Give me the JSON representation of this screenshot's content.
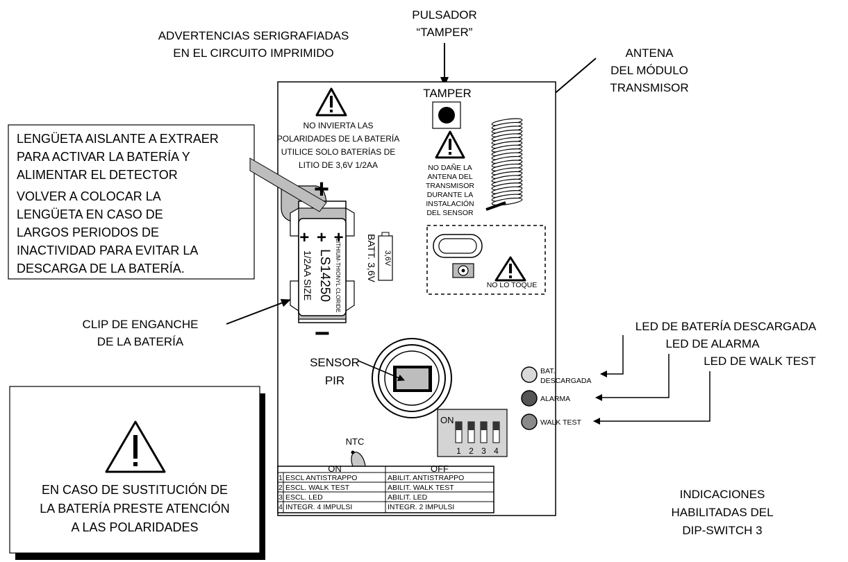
{
  "callouts": {
    "serigraph_l1": "ADVERTENCIAS SERIGRAFIADAS",
    "serigraph_l2": "EN EL CIRCUITO IMPRIMIDO",
    "pulsador_l1": "PULSADOR",
    "pulsador_l2": "“TAMPER”",
    "antena_l1": "ANTENA",
    "antena_l2": "DEL MÓDULO",
    "antena_l3": "TRANSMISOR",
    "clip_l1": "CLIP DE ENGANCHE",
    "clip_l2": "DE LA BATERÍA",
    "led_bat": "LED DE BATERÍA DESCARGADA",
    "led_alarma": "LED DE ALARMA",
    "led_walk": "LED DE WALK TEST",
    "sensor_l1": "SENSOR",
    "sensor_l2": "PIR",
    "indic_l1": "INDICACIONES",
    "indic_l2": "HABILITADAS DEL",
    "indic_l3": "DIP-SWITCH 3"
  },
  "tab_box": {
    "l1": "LENGÜETA AISLANTE A EXTRAER",
    "l2": "PARA ACTIVAR LA BATERÍA Y",
    "l3": "ALIMENTAR EL DETECTOR",
    "l4": "VOLVER A COLOCAR LA",
    "l5": "LENGÜETA EN CASO DE",
    "l6": "LARGOS PERIODOS DE",
    "l7": "INACTIVIDAD PARA EVITAR LA",
    "l8": "DESCARGA DE LA BATERÍA."
  },
  "warning_box": {
    "l1": "EN CASO DE SUSTITUCIÓN DE",
    "l2": "LA BATERÍA PRESTE ATENCIÓN",
    "l3": "A LAS POLARIDADES"
  },
  "board": {
    "battery_warn_l1": "NO INVIERTA LAS",
    "battery_warn_l2": "POLARIDADES DE LA BATERÍA",
    "battery_warn_l3": "UTILICE SOLO BATERÍAS DE",
    "battery_warn_l4": "LITIO DE 3,6V 1/2AA",
    "tamper": "TAMPER",
    "antenna_warn_l1": "NO DAÑE LA",
    "antenna_warn_l2": "ANTENA DEL",
    "antenna_warn_l3": "TRANSMISOR",
    "antenna_warn_l4": "DURANTE LA",
    "antenna_warn_l5": "INSTALACIÓN",
    "antenna_warn_l6": "DEL SENSOR",
    "no_touch": "NO LO TOQUE",
    "batt_label": "BATT. 3,6V",
    "batt_small": "3,6V",
    "battery_model": "LS14250",
    "battery_size": "1/2AA SIZE",
    "battery_chem": "LITHIUM-THIONYL CLORIDE",
    "plus_signs": "+ + +",
    "plus": "+",
    "minus": "−",
    "ntc": "NTC",
    "dip_on": "ON",
    "dip_nums": [
      "1",
      "2",
      "3",
      "4"
    ],
    "led_bat_l1": "BAT.",
    "led_bat_l2": "DESCARGADA",
    "led_alarma": "ALARMA",
    "led_walk": "WALK TEST"
  },
  "dip_table": {
    "headers": [
      "ON",
      "OFF"
    ],
    "rows": [
      {
        "n": "1",
        "on": "ESCL ANTISTRAPPO",
        "off": "ABILIT. ANTISTRAPPO"
      },
      {
        "n": "2",
        "on": "ESCL. WALK TEST",
        "off": "ABILIT. WALK TEST"
      },
      {
        "n": "3",
        "on": "ESCL. LED",
        "off": "ABILIT. LED"
      },
      {
        "n": "4",
        "on": "INTEGR. 4 IMPULSI",
        "off": "INTEGR. 2 IMPULSI"
      }
    ]
  },
  "colors": {
    "led_bat": "#d9d9d9",
    "led_alarma": "#555555",
    "led_walk": "#8a8a8a",
    "tab": "#bdbdbd"
  }
}
